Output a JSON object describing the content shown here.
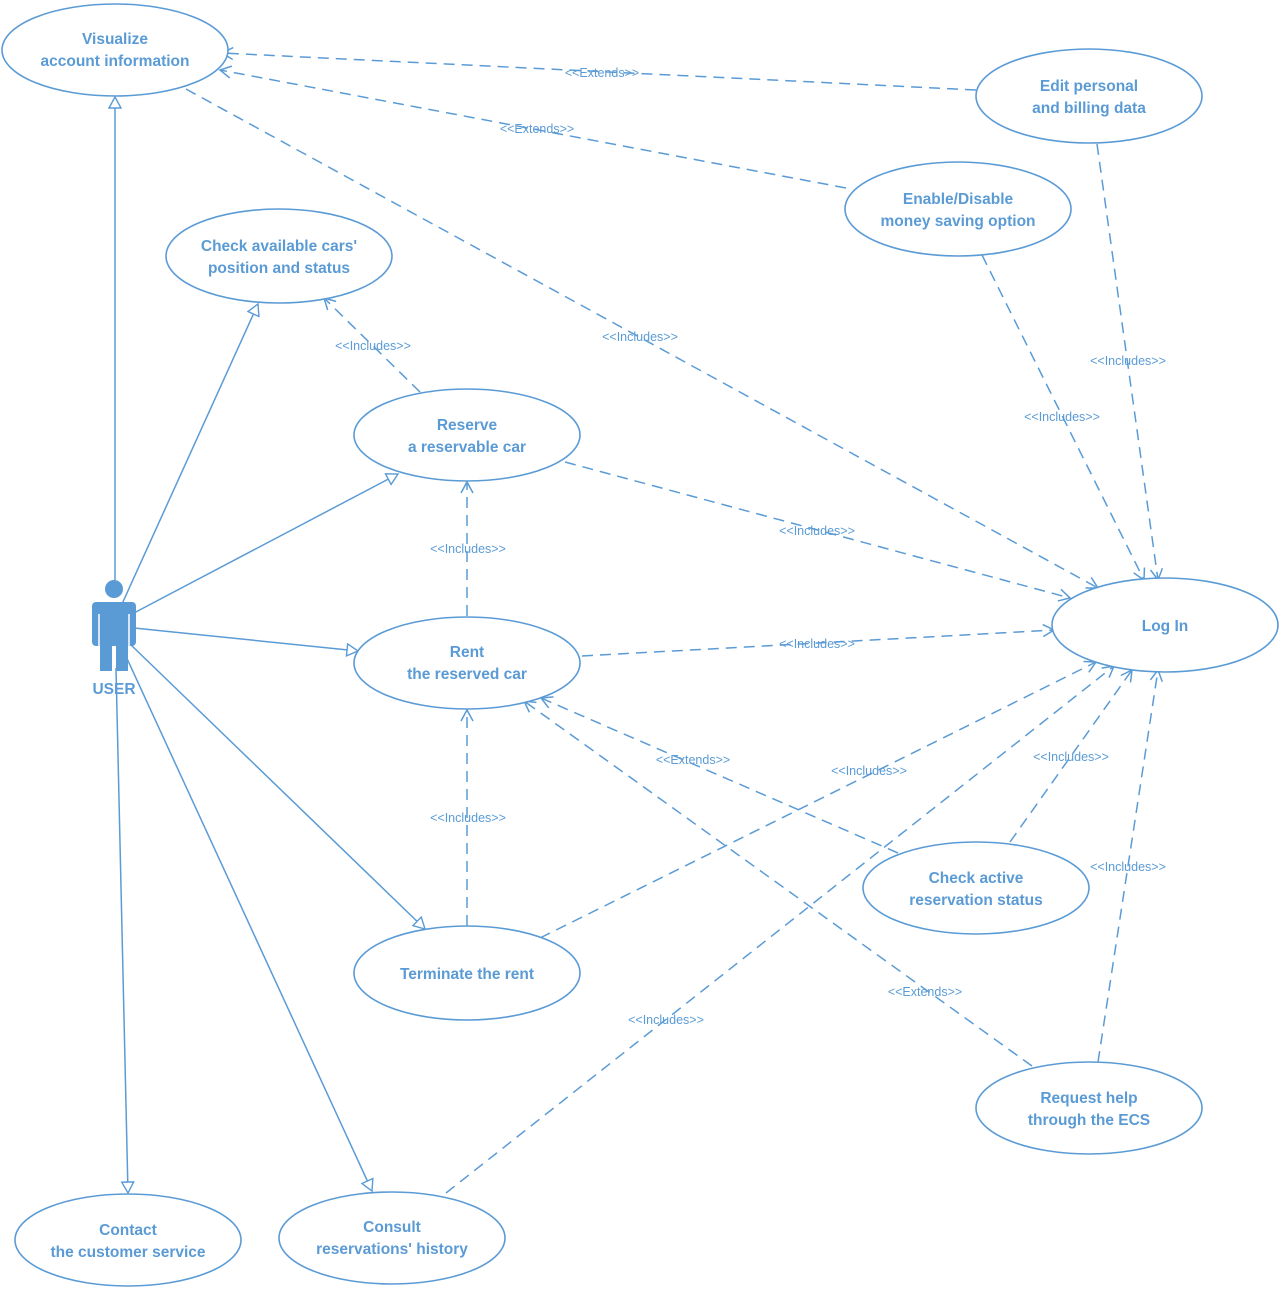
{
  "actor": {
    "label": "USER"
  },
  "use_cases": {
    "visualize": [
      "Visualize",
      "account information"
    ],
    "check_cars": [
      "Check available cars'",
      "position and status"
    ],
    "reserve": [
      "Reserve",
      "a reservable car"
    ],
    "rent": [
      "Rent",
      "the reserved car"
    ],
    "terminate": [
      "Terminate the rent"
    ],
    "consult": [
      "Consult",
      "reservations' history"
    ],
    "contact": [
      "Contact",
      "the customer service"
    ],
    "edit": [
      "Edit personal",
      "and billing data"
    ],
    "enable": [
      "Enable/Disable",
      "money saving option"
    ],
    "login": [
      "Log In"
    ],
    "check_active": [
      "Check active",
      "reservation status"
    ],
    "request_help": [
      "Request help",
      "through the ECS"
    ]
  },
  "relations": {
    "extends": "<<Extends>>",
    "includes": "<<Includes>>"
  },
  "colors": {
    "primary": "#5b9bd5",
    "background": "#ffffff"
  }
}
